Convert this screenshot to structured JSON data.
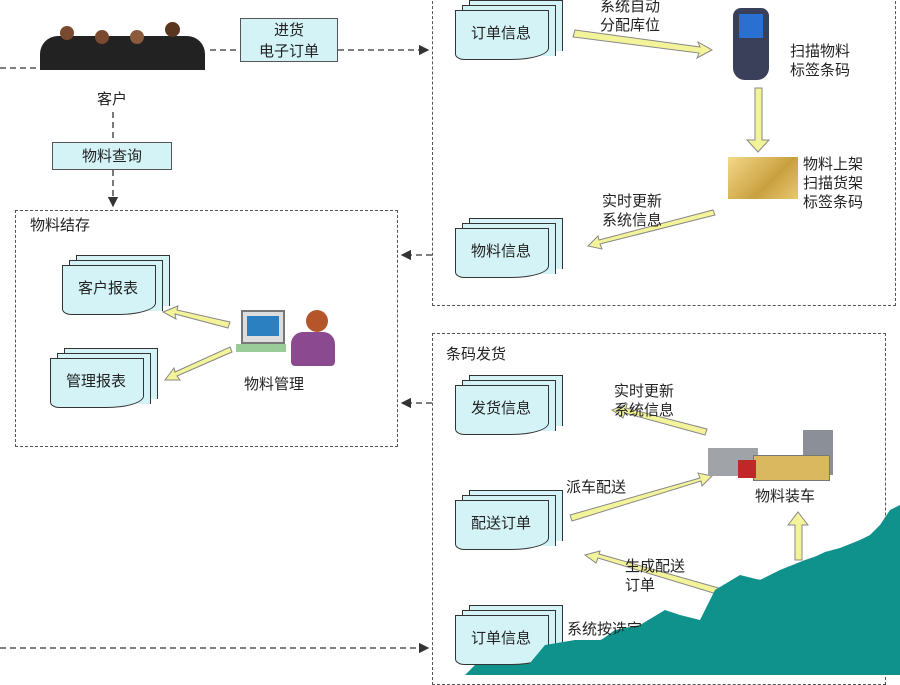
{
  "customer": {
    "label": "客户"
  },
  "purchase_note": {
    "line1": "进货",
    "line2": "电子订单"
  },
  "material_query": "物料查询",
  "inventory_box": {
    "title": "物料结存",
    "customer_report": "客户报表",
    "management_report": "管理报表",
    "material_management": "物料管理"
  },
  "receiving_box": {
    "order_info": "订单信息",
    "auto_assign": [
      "系统自动",
      "分配库位"
    ],
    "scan_label": [
      "扫描物料",
      "标签条码"
    ],
    "shelving": [
      "物料上架",
      "扫描货架",
      "标签条码"
    ],
    "update": [
      "实时更新",
      "系统信息"
    ],
    "material_info": "物料信息"
  },
  "shipping_box": {
    "title": "条码发货",
    "shipping_info": "发货信息",
    "update": [
      "实时更新",
      "系统信息"
    ],
    "dispatch": "派车配送",
    "loading": "物料装车",
    "delivery_order": "配送订单",
    "generate": [
      "生成配送",
      "订单"
    ],
    "order_info": "订单信息",
    "system_select": "系统按选定"
  },
  "colors": {
    "doc_fill": "#d4f3f7",
    "arrow_fill": "#f3f39a",
    "teal": "#0f918c"
  }
}
